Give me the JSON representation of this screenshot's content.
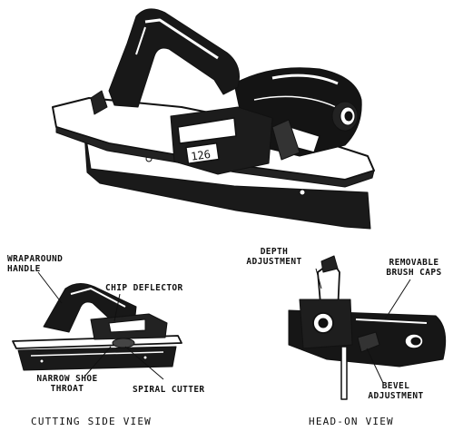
{
  "top_view": {
    "counter": "126"
  },
  "side_view": {
    "caption": "CUTTING SIDE VIEW",
    "labels": {
      "wraparound_1": "WRAPAROUND",
      "wraparound_2": "HANDLE",
      "chip_deflector": "CHIP DEFLECTOR",
      "narrow_shoe_1": "NARROW SHOE",
      "narrow_shoe_2": "THROAT",
      "spiral_cutter": "SPIRAL CUTTER"
    }
  },
  "head_view": {
    "caption": "HEAD-ON VIEW",
    "labels": {
      "depth_1": "DEPTH",
      "depth_2": "ADJUSTMENT",
      "brush_1": "REMOVABLE",
      "brush_2": "BRUSH CAPS",
      "bevel_1": "BEVEL",
      "bevel_2": "ADJUSTMENT"
    }
  }
}
